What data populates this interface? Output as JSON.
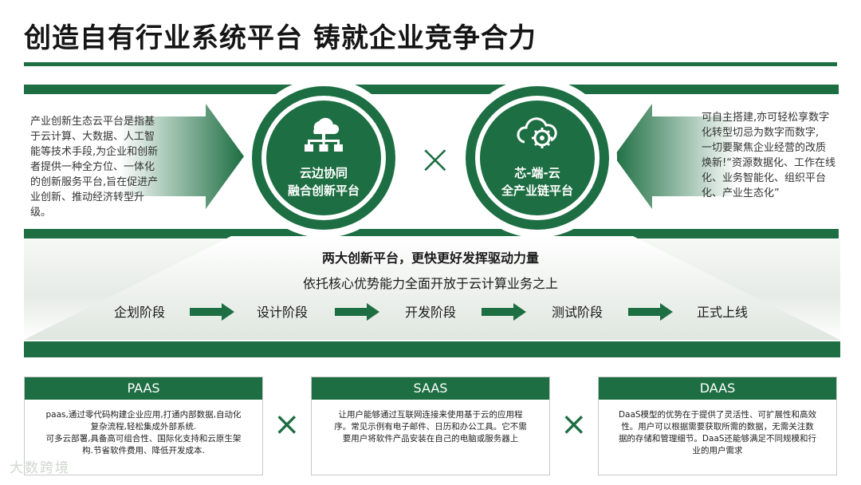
{
  "title": "创造自有行业系统平台  铸就企业竞争合力",
  "left_text": "产业创新生态云平台是指基于云计算、大数据、人工智能等技术手段,为企业和创新者提供一种全方位、一体化的创新服务平台,旨在促进产业创新、推动经济转型升级。",
  "platforms": [
    {
      "line1": "云边协同",
      "line2": "融合创新平台",
      "icon": "cloud-network-icon"
    },
    {
      "line1": "芯-端-云",
      "line2": "全产业链平台",
      "icon": "cloud-gear-icon"
    }
  ],
  "right_text": "可自主搭建,亦可轻松享数字化转型切忌为数字而数字,\n一切要聚焦企业经营的改质焕新!“资源数据化、工作在线化、业务智能化、组织平台化、产业生态化”",
  "subtitle1": "两大创新平台，更快更好发挥驱动力量",
  "subtitle2": "依托核心优势能力全面开放于云计算业务之上",
  "stages": [
    "企划阶段",
    "设计阶段",
    "开发阶段",
    "测试阶段",
    "正式上线"
  ],
  "cards": [
    {
      "name": "PAAS",
      "text": "paas,通过零代码构建企业应用,打通内部数据,自动化复杂流程,轻松集成外部系统.\n可多云部署,具备高可组合性、国际化支持和云原生架构.节省软件费用、降低开发成本."
    },
    {
      "name": "SAAS",
      "text": "让用户能够通过互联网连接来使用基于云的应用程序。常见示例有电子邮件、日历和办公工具。它不需要用户将软件产品安装在自己的电脑或服务器上"
    },
    {
      "name": "DAAS",
      "text": "DaaS模型的优势在于提供了灵活性、可扩展性和高效性。用户可以根据需要获取所需的数据，无需关注数据的存储和管理细节。DaaS还能够满足不同规模和行业的用户需求"
    }
  ],
  "watermark": "大数跨境",
  "colors": {
    "primary": "#1d6e42",
    "text": "#1a1a1a"
  }
}
